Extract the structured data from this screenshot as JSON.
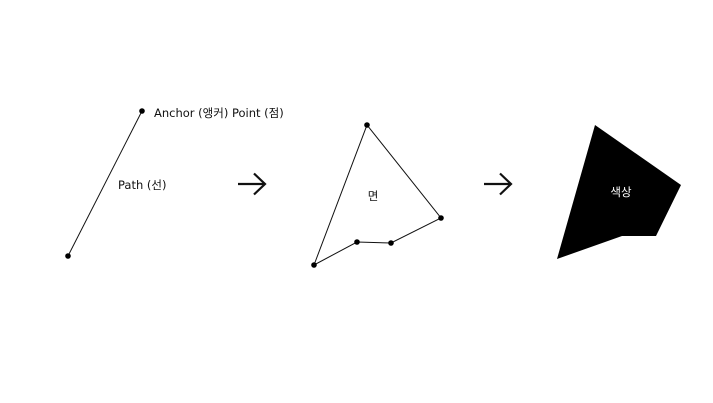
{
  "colors": {
    "background": "#ffffff",
    "stroke": "#111111",
    "fill": "#000000",
    "fill_text": "#ffffff"
  },
  "labels": {
    "anchor_point": "Anchor (앵커) Point (점)",
    "path": "Path (선)",
    "face": "면",
    "color": "색상"
  },
  "icons": {
    "arrow_1": "arrow-right-icon",
    "arrow_2": "arrow-right-icon"
  }
}
